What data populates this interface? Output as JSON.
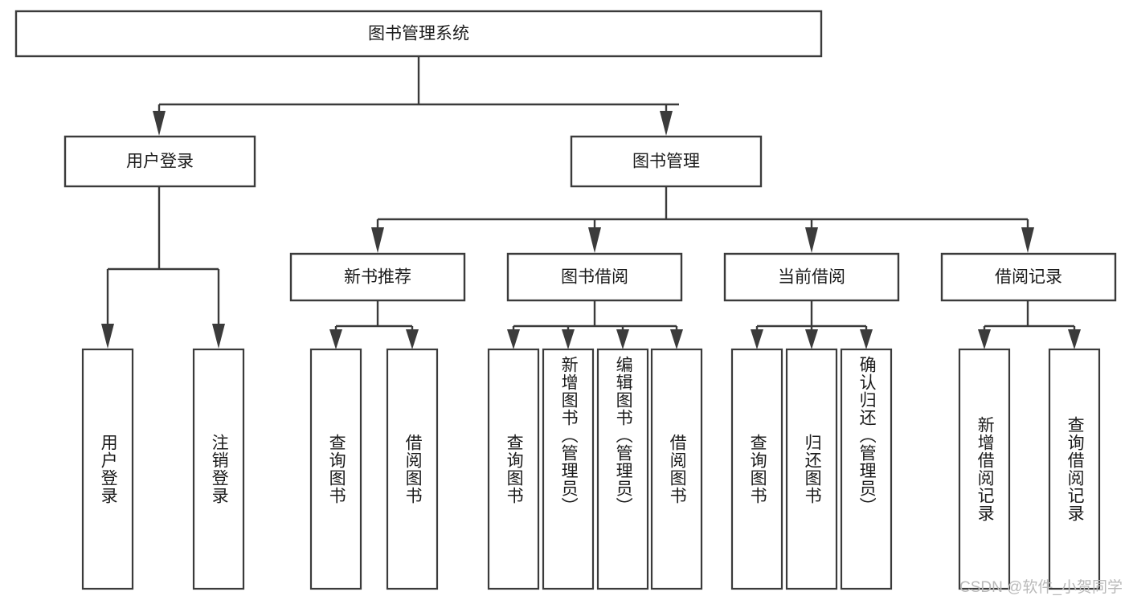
{
  "diagram": {
    "title_box": {
      "label": "图书管理系统"
    },
    "level2": [
      {
        "id": "user-login",
        "label": "用户登录"
      },
      {
        "id": "book-management",
        "label": "图书管理"
      }
    ],
    "level3": [
      {
        "id": "new-book-recommend",
        "label": "新书推荐"
      },
      {
        "id": "book-borrow",
        "label": "图书借阅"
      },
      {
        "id": "current-borrow",
        "label": "当前借阅"
      },
      {
        "id": "borrow-record",
        "label": "借阅记录"
      }
    ],
    "leaves": [
      {
        "id": "leaf-user-login",
        "label": "用户登录",
        "parent": "user-login"
      },
      {
        "id": "leaf-logout-login",
        "label": "注销登录",
        "parent": "user-login"
      },
      {
        "id": "leaf-query-book-1",
        "label": "查询图书",
        "parent": "new-book-recommend"
      },
      {
        "id": "leaf-borrow-book-1",
        "label": "借阅图书",
        "parent": "new-book-recommend"
      },
      {
        "id": "leaf-query-book-2",
        "label": "查询图书",
        "parent": "book-borrow"
      },
      {
        "id": "leaf-add-book-admin",
        "label": "新增图书（管理员）",
        "parent": "book-borrow"
      },
      {
        "id": "leaf-edit-book-admin",
        "label": "编辑图书（管理员）",
        "parent": "book-borrow"
      },
      {
        "id": "leaf-borrow-book-2",
        "label": "借阅图书",
        "parent": "book-borrow"
      },
      {
        "id": "leaf-query-book-3",
        "label": "查询图书",
        "parent": "current-borrow"
      },
      {
        "id": "leaf-return-book",
        "label": "归还图书",
        "parent": "current-borrow"
      },
      {
        "id": "leaf-confirm-return-admin",
        "label": "确认归还（管理员）",
        "parent": "current-borrow"
      },
      {
        "id": "leaf-add-borrow-record",
        "label": "新增借阅记录",
        "parent": "borrow-record"
      },
      {
        "id": "leaf-query-borrow-record",
        "label": "查询借阅记录",
        "parent": "borrow-record"
      }
    ],
    "watermark": "CSDN @软件_小贺同学",
    "colors": {
      "stroke": "#3b3b3b",
      "fill": "#ffffff",
      "text": "#1b1b1b",
      "watermark": "#b9b9b9"
    }
  }
}
